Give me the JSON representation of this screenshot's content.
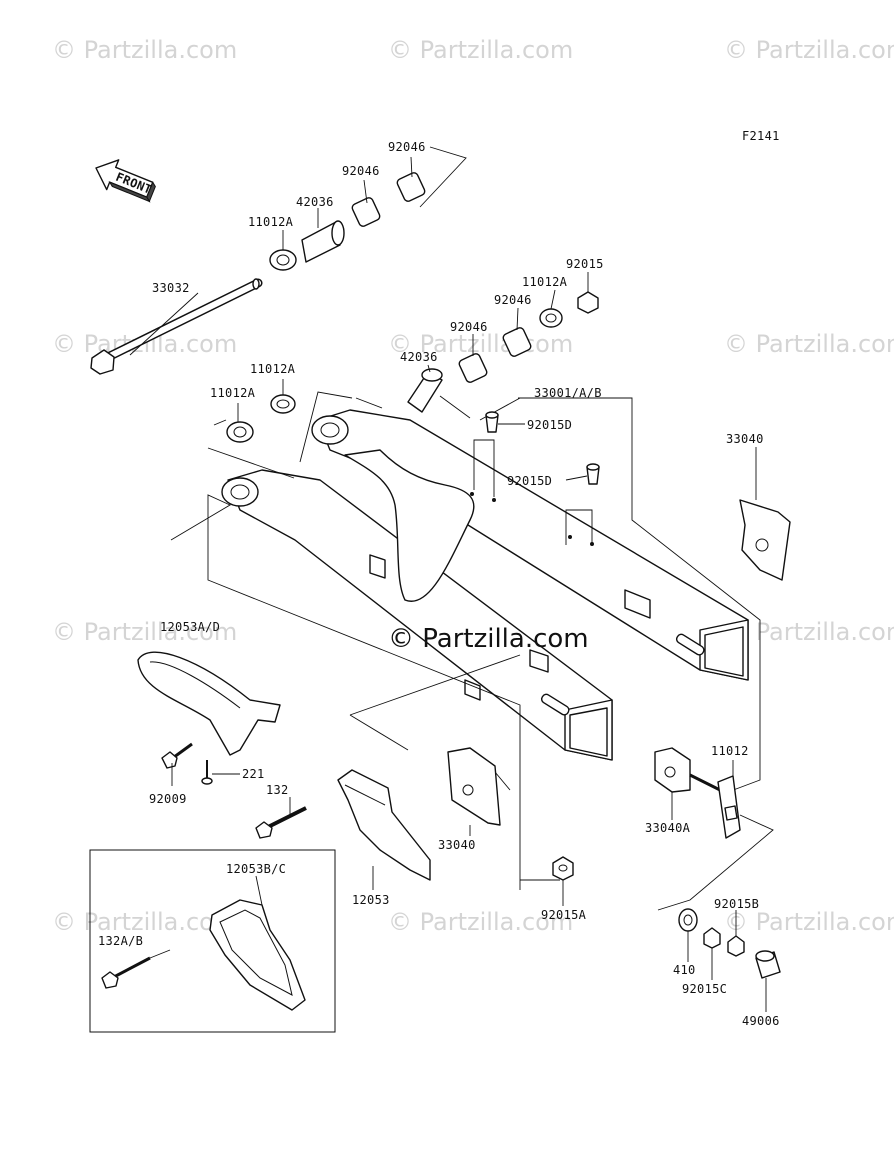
{
  "figure_code": "F2141",
  "watermark": "© Partzilla.com",
  "watermark_center": "© Partzilla.com",
  "front_label": "FRONT",
  "parts": {
    "p92046_top": "92046",
    "p92046_a": "92046",
    "p42036_a": "42036",
    "p11012A_a": "11012A",
    "p33032": "33032",
    "p92015": "92015",
    "p11012A_b": "11012A",
    "p92046_b": "92046",
    "p92046_c": "92046",
    "p42036_b": "42036",
    "p11012A_c": "11012A",
    "p11012A_d": "11012A",
    "p33001": "33001/A/B",
    "p92015D_a": "92015D",
    "p92015D_b": "92015D",
    "p33040_a": "33040",
    "p12053AD": "12053A/D",
    "p221": "221",
    "p92009": "92009",
    "p132": "132",
    "p33040_b": "33040",
    "p11012": "11012",
    "p33040A": "33040A",
    "p12053": "12053",
    "p92015A": "92015A",
    "p12053BC": "12053B/C",
    "p132AB": "132A/B",
    "p92015B": "92015B",
    "p410": "410",
    "p92015C": "92015C",
    "p49006": "49006"
  }
}
